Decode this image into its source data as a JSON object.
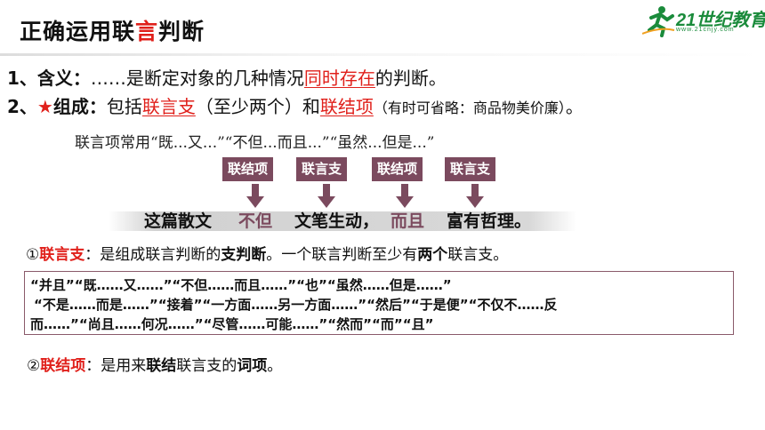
{
  "header": {
    "title_pre": "正确运用联",
    "title_hl": "言",
    "title_post": "判断",
    "logo_text": "21世纪教育",
    "logo_url": "www.21cnjy.com"
  },
  "line1": {
    "num": "1、",
    "label": "含义",
    "colon": "：",
    "text_a": "……是断定对象的几种情况",
    "hl": "同时存在",
    "text_b": "的判断。"
  },
  "line2": {
    "num": "2、",
    "star": "★",
    "label": "组成",
    "colon": "：",
    "text_a": "包括",
    "hl1": "联言支",
    "text_b": "（至少两个）和",
    "hl2": "联结项",
    "note": "（有时可省略：商品物美价廉）",
    "end": "。"
  },
  "examples_line": "联言项常用“既...又...”“不但...而且...”“虽然...但是...”",
  "tags": [
    "联结项",
    "联言支",
    "联结项",
    "联言支"
  ],
  "sentence": {
    "part1": "这篇散文",
    "conn1": "不但",
    "part2": "文笔生动，",
    "conn2": "而且",
    "part3": "富有哲理。"
  },
  "point1": {
    "num": "①",
    "label": "联言支",
    "text_a": "：是组成联言判断的",
    "b1": "支判断",
    "text_b": "。一个联言判断至少有",
    "b2": "两个",
    "text_c": "联言支。"
  },
  "box_lines": [
    "“并且”“既……又……”“不但……而且……”“也”“虽然……但是……”",
    "“不是……而是……”“接着”“一方面……另一方面……”“然后”“于是便”“不仅不……反",
    "而……”“尚且……何况……”“尽管……可能……”“然而”“而”“且”"
  ],
  "point2": {
    "num": "②",
    "label": "联结项",
    "text_a": "：是用来",
    "b1": "联结",
    "text_b": "联言支的",
    "b2": "词项",
    "text_c": "。"
  },
  "colors": {
    "red": "#e0201b",
    "tag_bg": "#7b4a5e",
    "logo_green": "#1a8b3b"
  }
}
